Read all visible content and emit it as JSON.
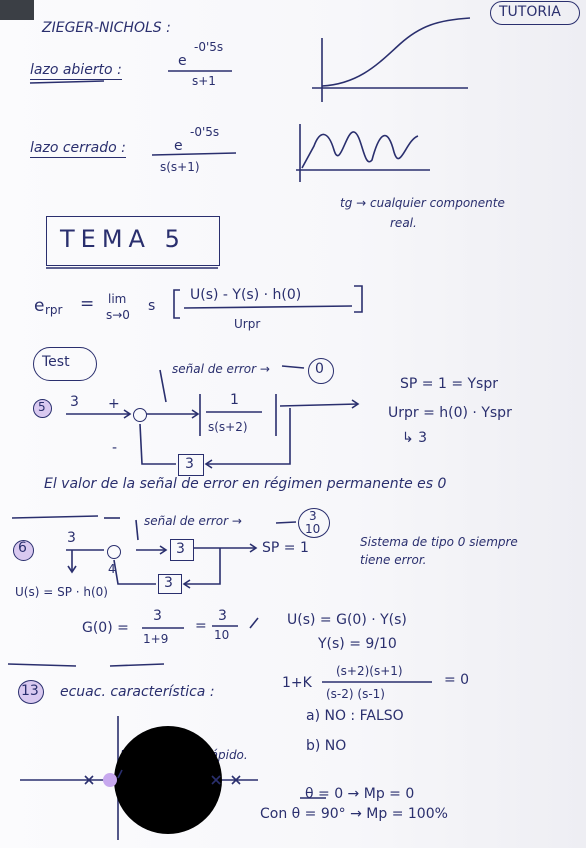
{
  "header": {
    "tag": "TUTORIA",
    "title": "ZIEGER-NICHOLS :"
  },
  "zn": {
    "open_loop_label": "lazo abierto :",
    "open_loop_num": "e",
    "open_loop_exp": "-0'5s",
    "open_loop_den": "s+1",
    "closed_loop_label": "lazo cerrado :",
    "closed_loop_num": "e",
    "closed_loop_exp": "-0'5s",
    "closed_loop_den": "s(s+1)",
    "note_line1": "tg → cualquier componente",
    "note_line2": "real."
  },
  "section": {
    "title": "TEMA  5"
  },
  "formula": {
    "lhs": "e",
    "lhs_sub": "rpr",
    "eq": "=",
    "lim": "lim",
    "lim_sub": "s→0",
    "s": "s",
    "numerator": "U(s) - Y(s) · h(0)",
    "denominator": "Urpr"
  },
  "test": {
    "label": "Test",
    "q5": {
      "num": "5",
      "input": "3",
      "plus": "+",
      "minus": "-",
      "block_num": "1",
      "block_den": "s(s+2)",
      "feedback": "3",
      "error_label": "señal de error →",
      "error_value": "0",
      "sp": "SP = 1 = Yspr",
      "urpr": "Urpr = h(0) · Yspr",
      "urpr2": "↳ 3"
    },
    "conclusion": "El valor de la señal de error en régimen permanente es 0",
    "q6": {
      "num": "6",
      "input": "3",
      "block": "3",
      "feedback": "3",
      "four": "4",
      "error_label": "señal de error →",
      "error_num": "3",
      "error_den": "10",
      "sp": "SP = 1",
      "system_note_1": "Sistema de tipo 0 siempre",
      "system_note_2": "tiene error.",
      "u_eq": "U(s) = SP · h(0)",
      "g_lhs": "G(0) =",
      "g_num1": "3",
      "g_den1": "1+9",
      "g_eq": "=",
      "g_num2": "3",
      "g_den2": "10",
      "u_rel": "U(s) = G(0) · Y(s)",
      "y_val": "Y(s) = 9/10"
    },
    "q13": {
      "num": "13",
      "label": "ecuac. característica :",
      "expr_lhs": "1+K",
      "expr_num": "(s+2)(s+1)",
      "expr_den": "(s-2)  (s-1)",
      "expr_rhs": "= 0",
      "a": "a) NO : FALSO",
      "b": "b) NO",
      "rupture": "P.ruptura → + rápido.",
      "theta0": "θ = 0 → Mp = 0",
      "theta90": "Con θ = 90° → Mp = 100%"
    }
  }
}
